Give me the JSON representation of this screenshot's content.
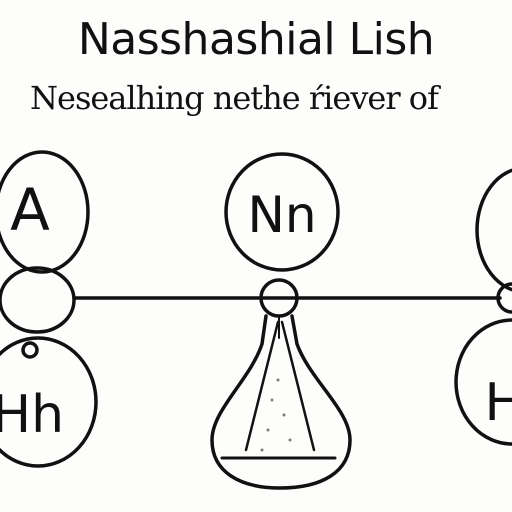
{
  "header": {
    "title": "Nasshashial Lish",
    "subtitle": "Nesealhing nethe ŕiever of"
  },
  "nodes": {
    "left_top": "A",
    "center_top": "Nn",
    "left_bottom": "Hh",
    "right_bottom": "H"
  },
  "colors": {
    "ink": "#111111",
    "paper": "#fdfdfc"
  }
}
